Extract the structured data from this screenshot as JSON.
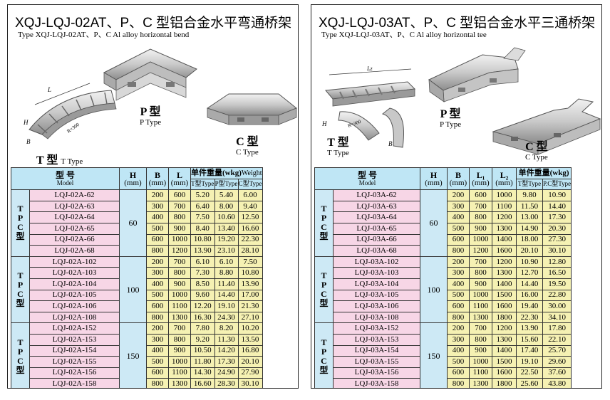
{
  "left": {
    "title": "XQJ-LQJ-02AT、P、C 型铝合金水平弯通桥架",
    "subtitle": "Type XQJ-LQJ-02AT、P、C Al alloy horizontal bend",
    "illus": {
      "T_cn": "T 型",
      "T_en": "T Type",
      "P_cn": "P 型",
      "P_en": "P Type",
      "C_cn": "C 型",
      "C_en": "C Type",
      "dim_L": "L",
      "dim_B": "B",
      "dim_H": "H",
      "dim_R": "R=300"
    },
    "headers": {
      "model_cn": "型 号",
      "model_en": "Model",
      "H": "H",
      "B": "B",
      "third": "L",
      "mm": "(mm)",
      "weight_cn": "单件重量(wkg)",
      "weight_en": "Weight",
      "t_type": "T型Type",
      "p_type": "P型Type",
      "c_type": "C型Type"
    },
    "groups": [
      {
        "type_letters": [
          "T",
          "P",
          "C",
          "型"
        ],
        "h": "60",
        "rows": [
          [
            "LQJ-02A-62",
            "200",
            "600",
            "5.20",
            "5.40",
            "6.00"
          ],
          [
            "LQJ-02A-63",
            "300",
            "700",
            "6.40",
            "8.00",
            "9.40"
          ],
          [
            "LQJ-02A-64",
            "400",
            "800",
            "7.50",
            "10.60",
            "12.50"
          ],
          [
            "LQJ-02A-65",
            "500",
            "900",
            "8.40",
            "13.40",
            "16.60"
          ],
          [
            "LQJ-02A-66",
            "600",
            "1000",
            "10.80",
            "19.20",
            "22.30"
          ],
          [
            "LQJ-02A-68",
            "800",
            "1200",
            "13.90",
            "23.10",
            "28.10"
          ]
        ]
      },
      {
        "type_letters": [
          "T",
          "P",
          "C",
          "型"
        ],
        "h": "100",
        "rows": [
          [
            "LQJ-02A-102",
            "200",
            "700",
            "6.10",
            "6.10",
            "7.50"
          ],
          [
            "LQJ-02A-103",
            "300",
            "800",
            "7.30",
            "8.80",
            "10.80"
          ],
          [
            "LQJ-02A-104",
            "400",
            "900",
            "8.50",
            "11.40",
            "13.90"
          ],
          [
            "LQJ-02A-105",
            "500",
            "1000",
            "9.60",
            "14.40",
            "17.00"
          ],
          [
            "LQJ-02A-106",
            "600",
            "1100",
            "12.20",
            "19.10",
            "21.30"
          ],
          [
            "LQJ-02A-108",
            "800",
            "1300",
            "16.30",
            "24.30",
            "27.10"
          ]
        ]
      },
      {
        "type_letters": [
          "T",
          "P",
          "C",
          "型"
        ],
        "h": "150",
        "rows": [
          [
            "LQJ-02A-152",
            "200",
            "700",
            "7.80",
            "8.20",
            "10.20"
          ],
          [
            "LQJ-02A-153",
            "300",
            "800",
            "9.20",
            "11.30",
            "13.50"
          ],
          [
            "LQJ-02A-154",
            "400",
            "900",
            "10.50",
            "14.20",
            "16.80"
          ],
          [
            "LQJ-02A-155",
            "500",
            "1000",
            "11.80",
            "17.30",
            "20.10"
          ],
          [
            "LQJ-02A-156",
            "600",
            "1100",
            "14.30",
            "24.90",
            "27.90"
          ],
          [
            "LQJ-02A-158",
            "800",
            "1300",
            "16.60",
            "28.30",
            "30.10"
          ]
        ]
      }
    ]
  },
  "right": {
    "title": "XQJ-LQJ-03AT、P、C 型铝合金水平三通桥架",
    "subtitle": "Type XQJ-LQJ-03AT、P、C  Al alloy horizontal tee",
    "illus": {
      "T_cn": "T 型",
      "T_en": "T Type",
      "P_cn": "P 型",
      "P_en": "P Type",
      "C_cn": "C 型",
      "C_en": "C Type",
      "dim_L": "Lz",
      "dim_B": "B",
      "dim_H": "H",
      "dim_R": "R=300"
    },
    "headers": {
      "model_cn": "型 号",
      "model_en": "Model",
      "H": "H",
      "B": "B",
      "L1": "L₁",
      "L2": "L₂",
      "mm": "(mm)",
      "weight_cn": "单件重量(wkg)",
      "t_type": "T型Type",
      "pc_type": "P.C型Type"
    },
    "groups": [
      {
        "type_letters": [
          "T",
          "P",
          "C",
          "型"
        ],
        "h": "60",
        "rows": [
          [
            "LQJ-03A-62",
            "200",
            "600",
            "1000",
            "9.80",
            "10.90"
          ],
          [
            "LQJ-03A-63",
            "300",
            "700",
            "1100",
            "11.50",
            "14.40"
          ],
          [
            "LQJ-03A-64",
            "400",
            "800",
            "1200",
            "13.00",
            "17.30"
          ],
          [
            "LQJ-03A-65",
            "500",
            "900",
            "1300",
            "14.90",
            "20.30"
          ],
          [
            "LQJ-03A-66",
            "600",
            "1000",
            "1400",
            "18.00",
            "27.30"
          ],
          [
            "LQJ-03A-68",
            "800",
            "1200",
            "1600",
            "20.10",
            "30.10"
          ]
        ]
      },
      {
        "type_letters": [
          "T",
          "P",
          "C",
          "型"
        ],
        "h": "100",
        "rows": [
          [
            "LQJ-03A-102",
            "200",
            "700",
            "1200",
            "10.90",
            "12.80"
          ],
          [
            "LQJ-03A-103",
            "300",
            "800",
            "1300",
            "12.70",
            "16.50"
          ],
          [
            "LQJ-03A-104",
            "400",
            "900",
            "1400",
            "14.40",
            "19.50"
          ],
          [
            "LQJ-03A-105",
            "500",
            "1000",
            "1500",
            "16.00",
            "22.80"
          ],
          [
            "LQJ-03A-106",
            "600",
            "1100",
            "1600",
            "19.40",
            "30.00"
          ],
          [
            "LQJ-03A-108",
            "800",
            "1300",
            "1800",
            "22.30",
            "34.10"
          ]
        ]
      },
      {
        "type_letters": [
          "T",
          "P",
          "C",
          "型"
        ],
        "h": "150",
        "rows": [
          [
            "LQJ-03A-152",
            "200",
            "700",
            "1200",
            "13.90",
            "17.80"
          ],
          [
            "LQJ-03A-153",
            "300",
            "800",
            "1300",
            "15.60",
            "22.10"
          ],
          [
            "LQJ-03A-154",
            "400",
            "900",
            "1400",
            "17.40",
            "25.70"
          ],
          [
            "LQJ-03A-155",
            "500",
            "1000",
            "1500",
            "19.10",
            "29.60"
          ],
          [
            "LQJ-03A-156",
            "600",
            "1100",
            "1600",
            "22.50",
            "37.60"
          ],
          [
            "LQJ-03A-158",
            "800",
            "1300",
            "1800",
            "25.60",
            "43.80"
          ]
        ]
      }
    ]
  }
}
